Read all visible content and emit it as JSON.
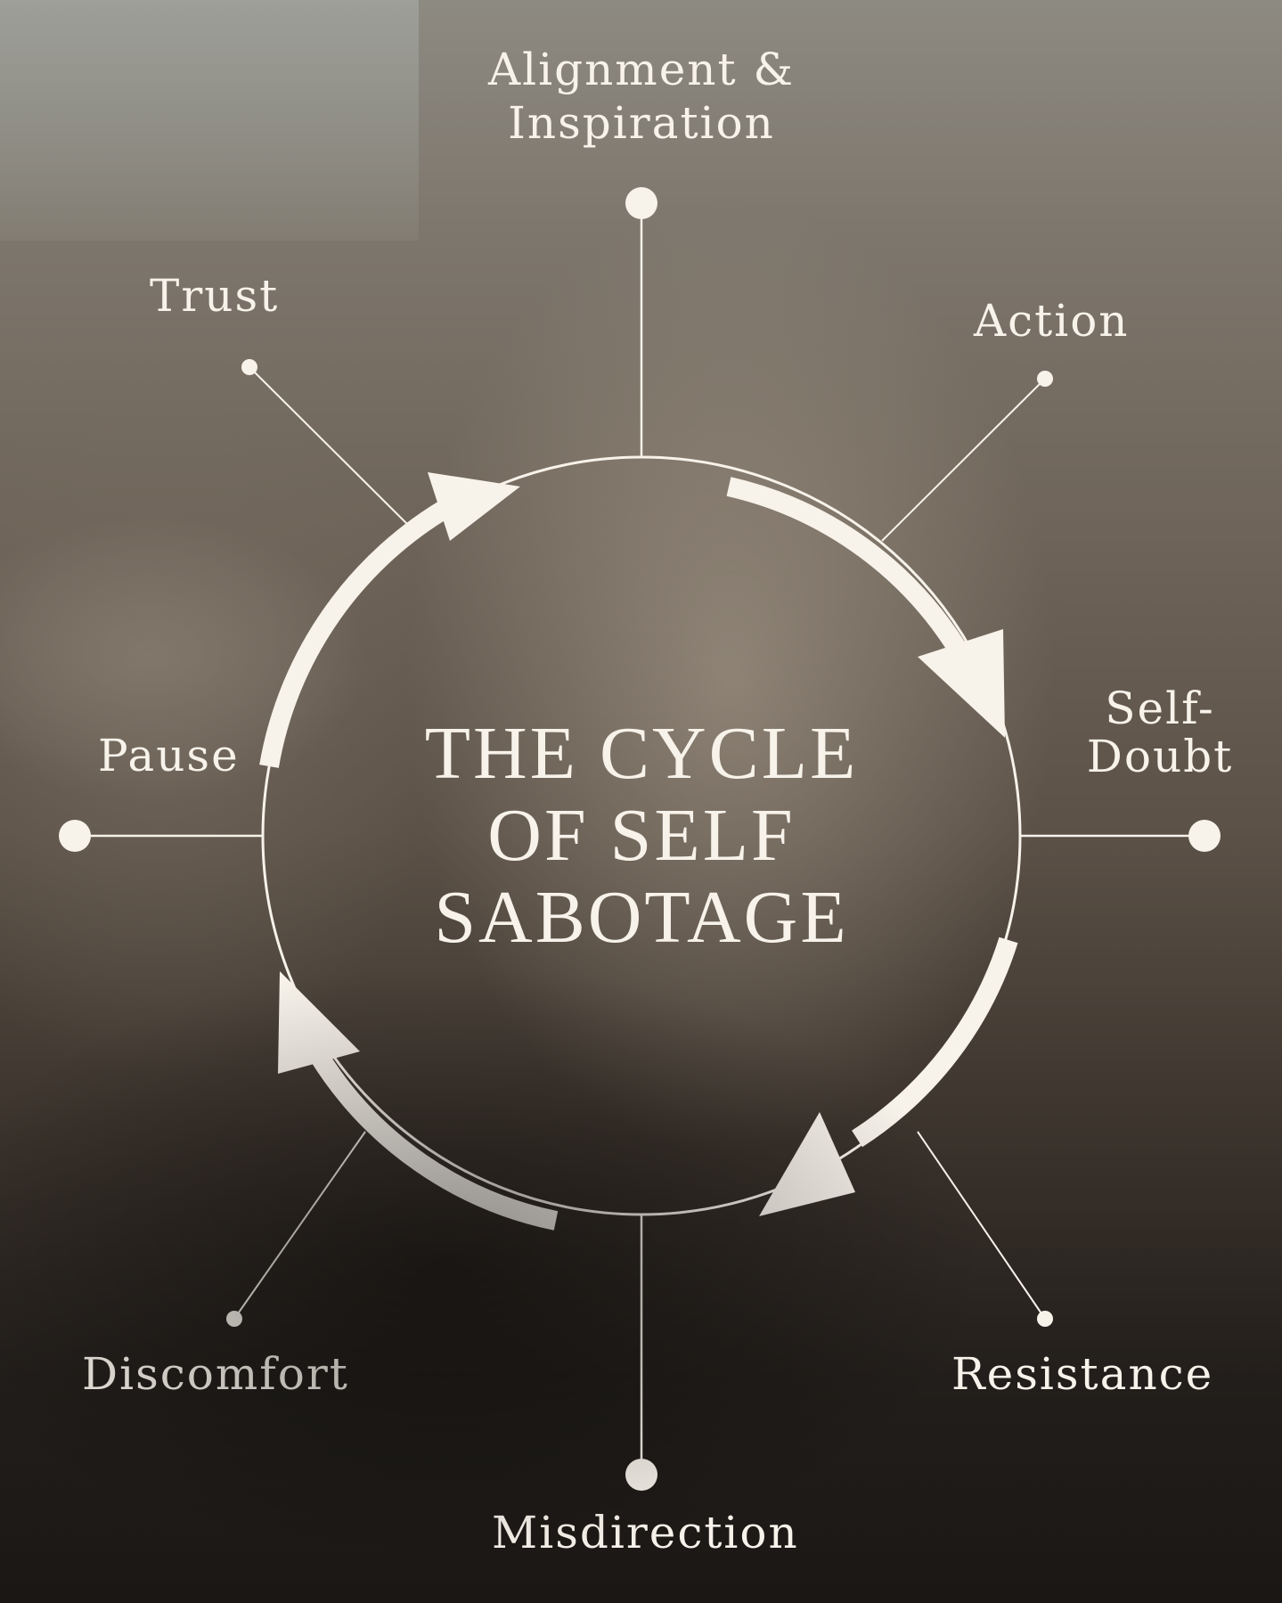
{
  "diagram": {
    "title_lines": [
      "THE CYCLE",
      "OF SELF",
      "SABOTAGE"
    ],
    "stages": {
      "alignment": [
        "Alignment &",
        "Inspiration"
      ],
      "action": "Action",
      "self_doubt": [
        "Self-",
        "Doubt"
      ],
      "resistance": "Resistance",
      "misdirection": "Misdirection",
      "discomfort": "Discomfort",
      "pause": "Pause",
      "trust": "Trust"
    },
    "colors": {
      "foreground": "#f7f2ea"
    }
  }
}
